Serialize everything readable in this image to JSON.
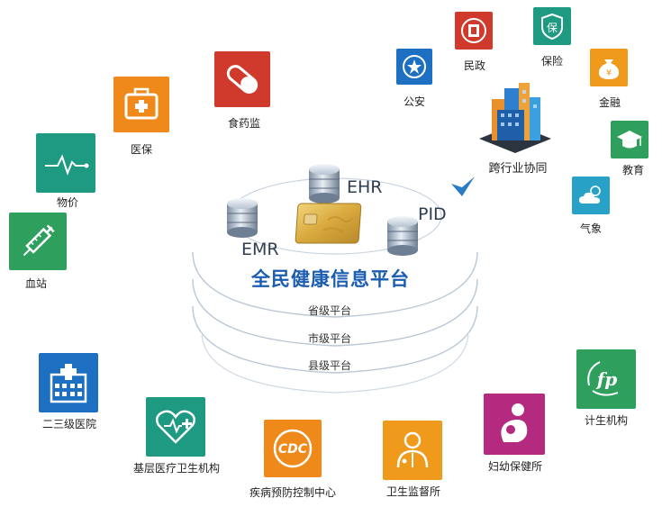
{
  "colors": {
    "blue": "#1d6fc1",
    "red": "#cf3a2c",
    "green": "#2e9f5d",
    "teal": "#1f9a82",
    "orange": "#ef9a1a",
    "cyan": "#27a1c5",
    "magenta": "#b32a7f",
    "ring": "#b9c7d6",
    "title_blue": "#1b5db0",
    "arrow_blue": "#2a7cc7"
  },
  "center": {
    "title": "全民健康信息平台",
    "ehr": "EHR",
    "pid": "PID",
    "emr": "EMR",
    "levels": [
      "省级平台",
      "市级平台",
      "县级平台"
    ]
  },
  "cross_industry": {
    "label": "跨行业协同"
  },
  "tiles": [
    {
      "id": "gongan",
      "label": "公安",
      "icon": "police-badge-icon"
    },
    {
      "id": "minzheng",
      "label": "民政",
      "icon": "civil-affairs-emblem-icon"
    },
    {
      "id": "baoxian",
      "label": "保险",
      "icon": "insurance-shield-icon"
    },
    {
      "id": "jinrong",
      "label": "金融",
      "icon": "money-bag-icon"
    },
    {
      "id": "jiaoyu",
      "label": "教育",
      "icon": "graduation-cap-icon"
    },
    {
      "id": "qixiang",
      "label": "气象",
      "icon": "weather-cloud-sun-icon"
    },
    {
      "id": "shiyaojian",
      "label": "食药监",
      "icon": "pill-capsule-icon"
    },
    {
      "id": "yibao",
      "label": "医保",
      "icon": "medical-kit-icon"
    },
    {
      "id": "wujia",
      "label": "物价",
      "icon": "pulse-line-icon"
    },
    {
      "id": "xuezhan",
      "label": "血站",
      "icon": "syringe-icon"
    },
    {
      "id": "hospital",
      "label": "二三级医院",
      "icon": "hospital-building-icon"
    },
    {
      "id": "jiceng",
      "label": "基层医疗卫生机构",
      "icon": "heart-plus-icon"
    },
    {
      "id": "cdc",
      "label": "疾病预防控制中心",
      "icon": "cdc-logo-icon"
    },
    {
      "id": "jiandu",
      "label": "卫生监督所",
      "icon": "inspector-person-icon"
    },
    {
      "id": "fuyou",
      "label": "妇幼保健所",
      "icon": "mother-child-icon"
    },
    {
      "id": "jisheng",
      "label": "计生机构",
      "icon": "family-planning-logo-icon"
    }
  ]
}
